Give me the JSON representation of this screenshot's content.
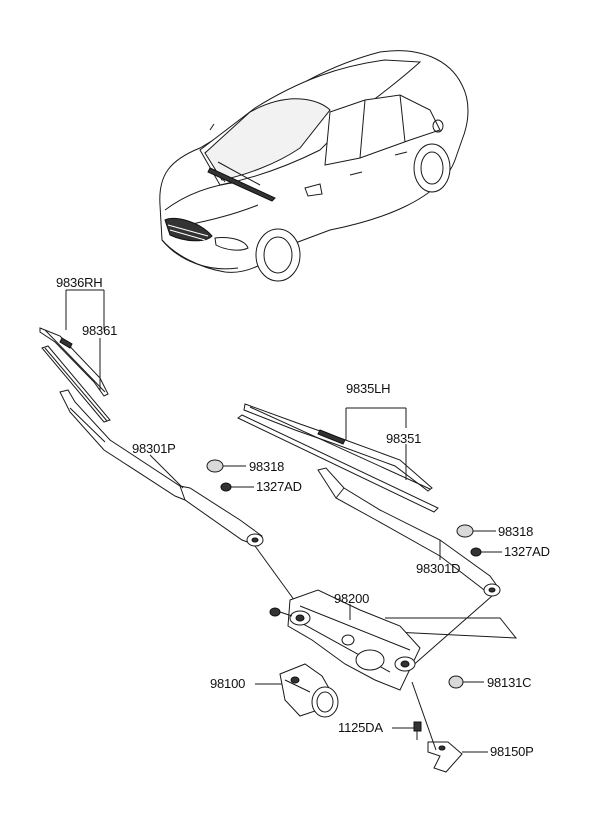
{
  "labels": {
    "rh_blade_assy": "9836RH",
    "rh_blade_refill": "98361",
    "rh_arm": "98301P",
    "rh_cap": "98318",
    "rh_nut": "1327AD",
    "lh_blade_assy": "9835LH",
    "lh_blade_refill": "98351",
    "lh_arm": "98301D",
    "lh_cap": "98318",
    "lh_nut": "1327AD",
    "linkage": "98200",
    "motor": "98100",
    "pivot_cap": "98131C",
    "bolt": "1125DA",
    "bracket": "98150P"
  },
  "colors": {
    "line": "#1a1a1a",
    "background": "#ffffff"
  }
}
